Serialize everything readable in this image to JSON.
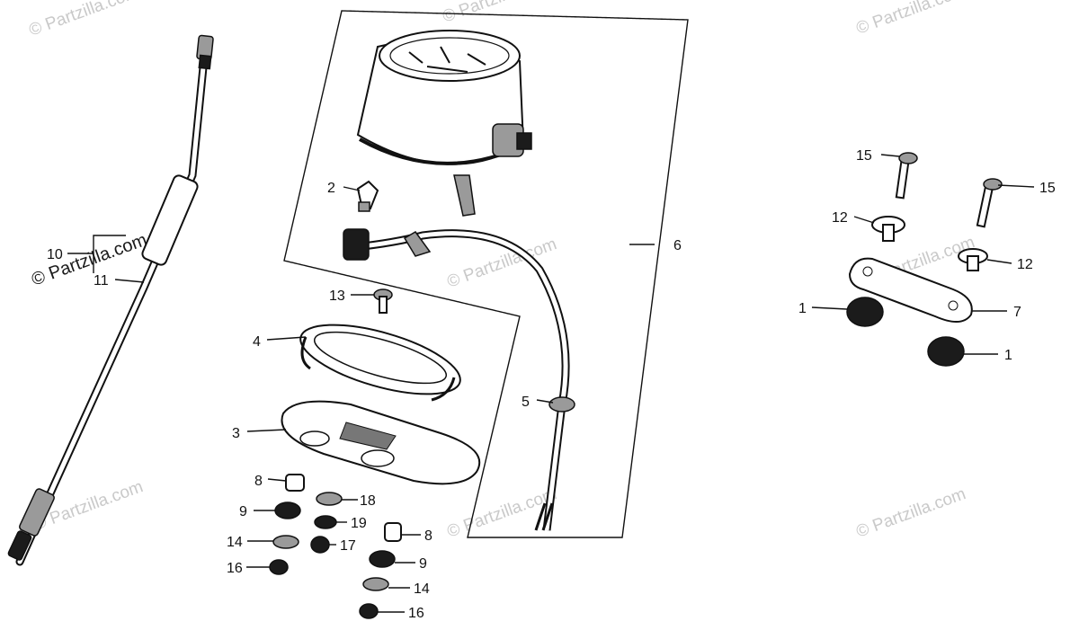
{
  "watermarks": [
    "© Partzilla.com",
    "© Partzilla.com",
    "© Partzilla.com",
    "© Partzilla.com",
    "© Partzilla.com",
    "© Partzilla.com",
    "© Partzilla.com",
    "© Partzilla.com",
    "© Partzilla.com"
  ],
  "callouts": {
    "c1a": "1",
    "c1b": "1",
    "c2": "2",
    "c3": "3",
    "c4": "4",
    "c5": "5",
    "c6": "6",
    "c7": "7",
    "c8a": "8",
    "c8b": "8",
    "c9a": "9",
    "c9b": "9",
    "c10": "10",
    "c11": "11",
    "c12a": "12",
    "c12b": "12",
    "c13": "13",
    "c14a": "14",
    "c14b": "14",
    "c15a": "15",
    "c15b": "15",
    "c16a": "16",
    "c16b": "16",
    "c17": "17",
    "c18": "18",
    "c19": "19"
  }
}
